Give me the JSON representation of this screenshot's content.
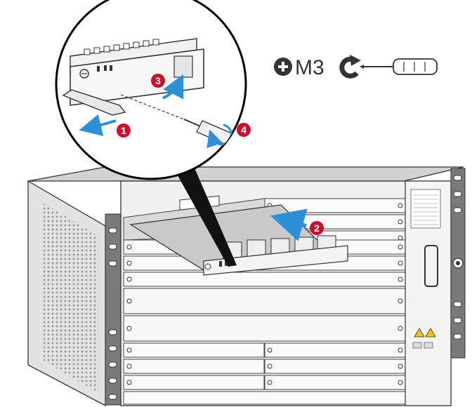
{
  "tool": {
    "screw_size": "M3",
    "icon": "phillips-head-icon",
    "direction_icon": "clockwise-rotate-icon",
    "tool_icon": "screwdriver-icon"
  },
  "steps": [
    {
      "label": "1",
      "action": "pull-ejector-lever"
    },
    {
      "label": "2",
      "action": "insert-board-into-slot"
    },
    {
      "label": "3",
      "action": "push-ejector-lever-closed"
    },
    {
      "label": "4",
      "action": "tighten-captive-screw"
    }
  ],
  "colors": {
    "step_badge": "#c8102e",
    "arrow": "#2f8fd6",
    "chassis_frame": "#606060",
    "chassis_panel": "#e9e9e9"
  }
}
